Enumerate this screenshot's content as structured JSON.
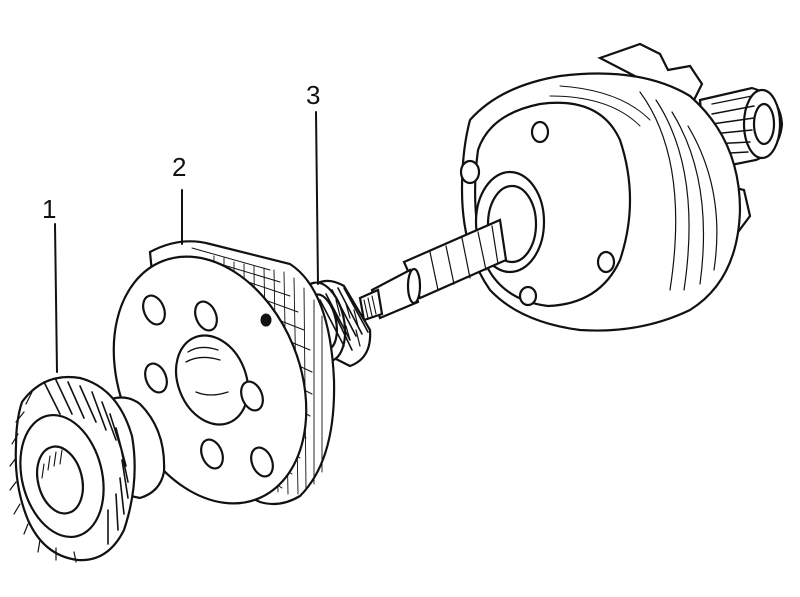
{
  "diagram": {
    "callouts": [
      {
        "id": "part-1",
        "label": "1"
      },
      {
        "id": "part-2",
        "label": "2"
      },
      {
        "id": "part-3",
        "label": "3"
      }
    ],
    "colors": {
      "ink": "#111111",
      "paper": "#ffffff"
    }
  }
}
